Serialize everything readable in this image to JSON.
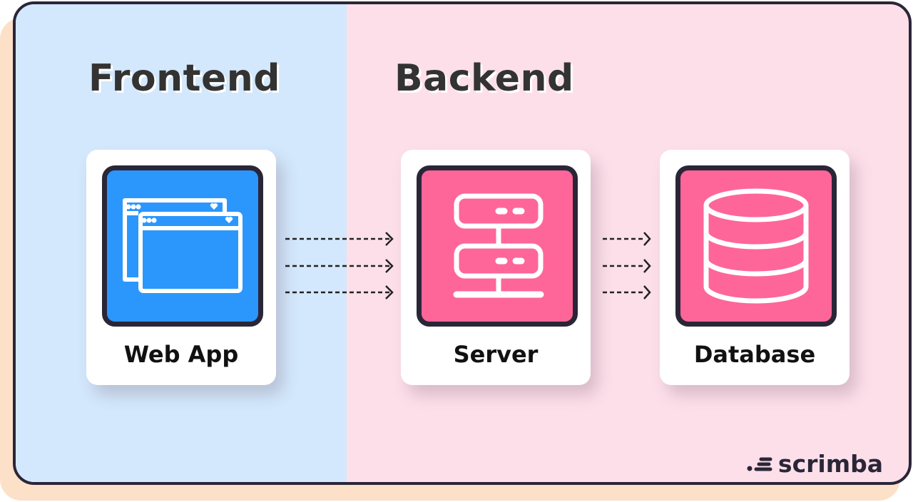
{
  "sections": {
    "frontend": "Frontend",
    "backend": "Backend"
  },
  "nodes": [
    {
      "label": "Web App",
      "icon": "browser-windows-icon",
      "color": "#2b97fd"
    },
    {
      "label": "Server",
      "icon": "server-icon",
      "color": "#fe6699"
    },
    {
      "label": "Database",
      "icon": "database-icon",
      "color": "#fe6699"
    }
  ],
  "logo": {
    "text": "scrimba"
  },
  "colors": {
    "frontend_bg": "#d3e8fc",
    "backend_bg": "#fddfea",
    "border": "#2a2638"
  }
}
